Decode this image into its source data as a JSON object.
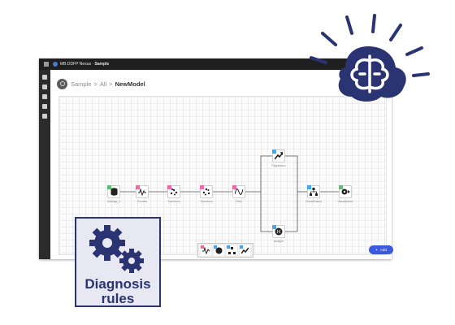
{
  "window": {
    "title_app": "MB.DDFP Nexus",
    "title_sep": "-",
    "title_doc": "Sample"
  },
  "breadcrumb": {
    "root": "Sample",
    "sep1": ">",
    "middle": "All",
    "sep2": ">",
    "current": "NewModel"
  },
  "pipeline": {
    "nodes": [
      {
        "label": "Settings_1",
        "icon": "database-icon",
        "tag_color": "#5bbf7a"
      },
      {
        "label": "Process",
        "icon": "signal-icon",
        "tag_color": "#f06aa6"
      },
      {
        "label": "Transform",
        "icon": "scatter-icon",
        "tag_color": "#f06aa6"
      },
      {
        "label": "Transform",
        "icon": "scatter-icon",
        "tag_color": "#f06aa6"
      },
      {
        "label": "Filter",
        "icon": "waveform-icon",
        "tag_color": "#f06aa6"
      },
      {
        "label": "Regression",
        "icon": "trend-icon",
        "tag_color": "#3fa9f5"
      },
      {
        "label": "Analyze",
        "icon": "brain-icon",
        "tag_color": "#3fa9f5"
      },
      {
        "label": "Classification",
        "icon": "hierarchy-icon",
        "tag_color": "#3fa9f5"
      },
      {
        "label": "Visualization",
        "icon": "gears-icon",
        "tag_color": "#5bbf7a"
      }
    ]
  },
  "fab_label": "Add",
  "toolbox": [
    {
      "icon": "signal-icon",
      "tag_color": "#f06aa6"
    },
    {
      "icon": "brain-icon",
      "tag_color": "#3fa9f5"
    },
    {
      "icon": "hierarchy-icon",
      "tag_color": "#3fa9f5"
    },
    {
      "icon": "trend-icon",
      "tag_color": "#3fa9f5"
    }
  ],
  "rules_card": {
    "line1": "Diagnosis",
    "line2": "rules",
    "icon": "gears-icon"
  },
  "badge": {
    "icon": "brain-icon",
    "color": "#2b3472"
  },
  "colors": {
    "accent": "#3b5bdb",
    "navy": "#2b3472"
  }
}
